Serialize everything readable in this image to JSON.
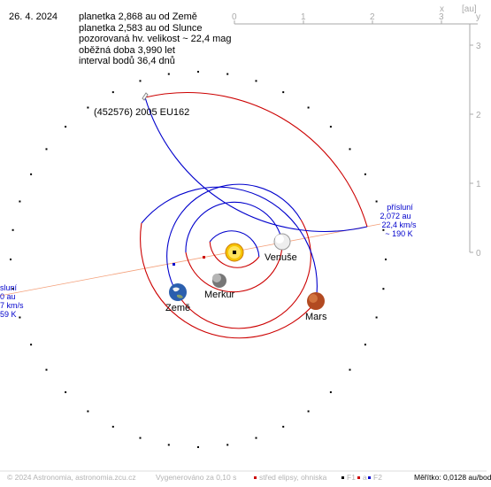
{
  "header": {
    "date": "26. 4. 2024",
    "info_lines": [
      "planetka 2,868 au od Země",
      "planetka 2,583 au od Slunce",
      "pozorovaná hv. velikost ~ 22,4 mag",
      "oběžná doba 3,990 let",
      "interval bodů 36,4 dnů"
    ]
  },
  "asteroid_label": "(452576) 2005 EU162",
  "planets": {
    "venus": "Venuše",
    "mercury": "Merkur",
    "earth": "Země",
    "mars": "Mars"
  },
  "perihelion": {
    "lines": [
      "přísluní",
      "2,072 au",
      "22,4 km/s",
      "~ 190 K"
    ]
  },
  "aphelion": {
    "lines": [
      "sluní",
      "0 au",
      "7 km/s",
      "59 K"
    ]
  },
  "axes": {
    "x_unit": "x",
    "unit": "[au]",
    "x_ticks": [
      "0",
      "1",
      "2",
      "3"
    ],
    "y_unit": "y",
    "y_ticks": [
      "3",
      "2",
      "1",
      "0"
    ]
  },
  "footer": {
    "copyright": "© 2024 Astronomia, astronomia.zcu.cz",
    "generated": "Vygenerováno za 0,10 s",
    "legend_center": "střed elipsy, ohniska",
    "legend_f1": "F1",
    "legend_a": "a",
    "legend_f2": "F2",
    "scale": "Měřítko: 0,0128 au/bod"
  },
  "colors": {
    "orbit_blue": "#0000cc",
    "orbit_red": "#cc0000",
    "apsis_line": "#f4a07a",
    "axis_gray": "#aaaaaa",
    "label_blue": "#0000cc"
  }
}
